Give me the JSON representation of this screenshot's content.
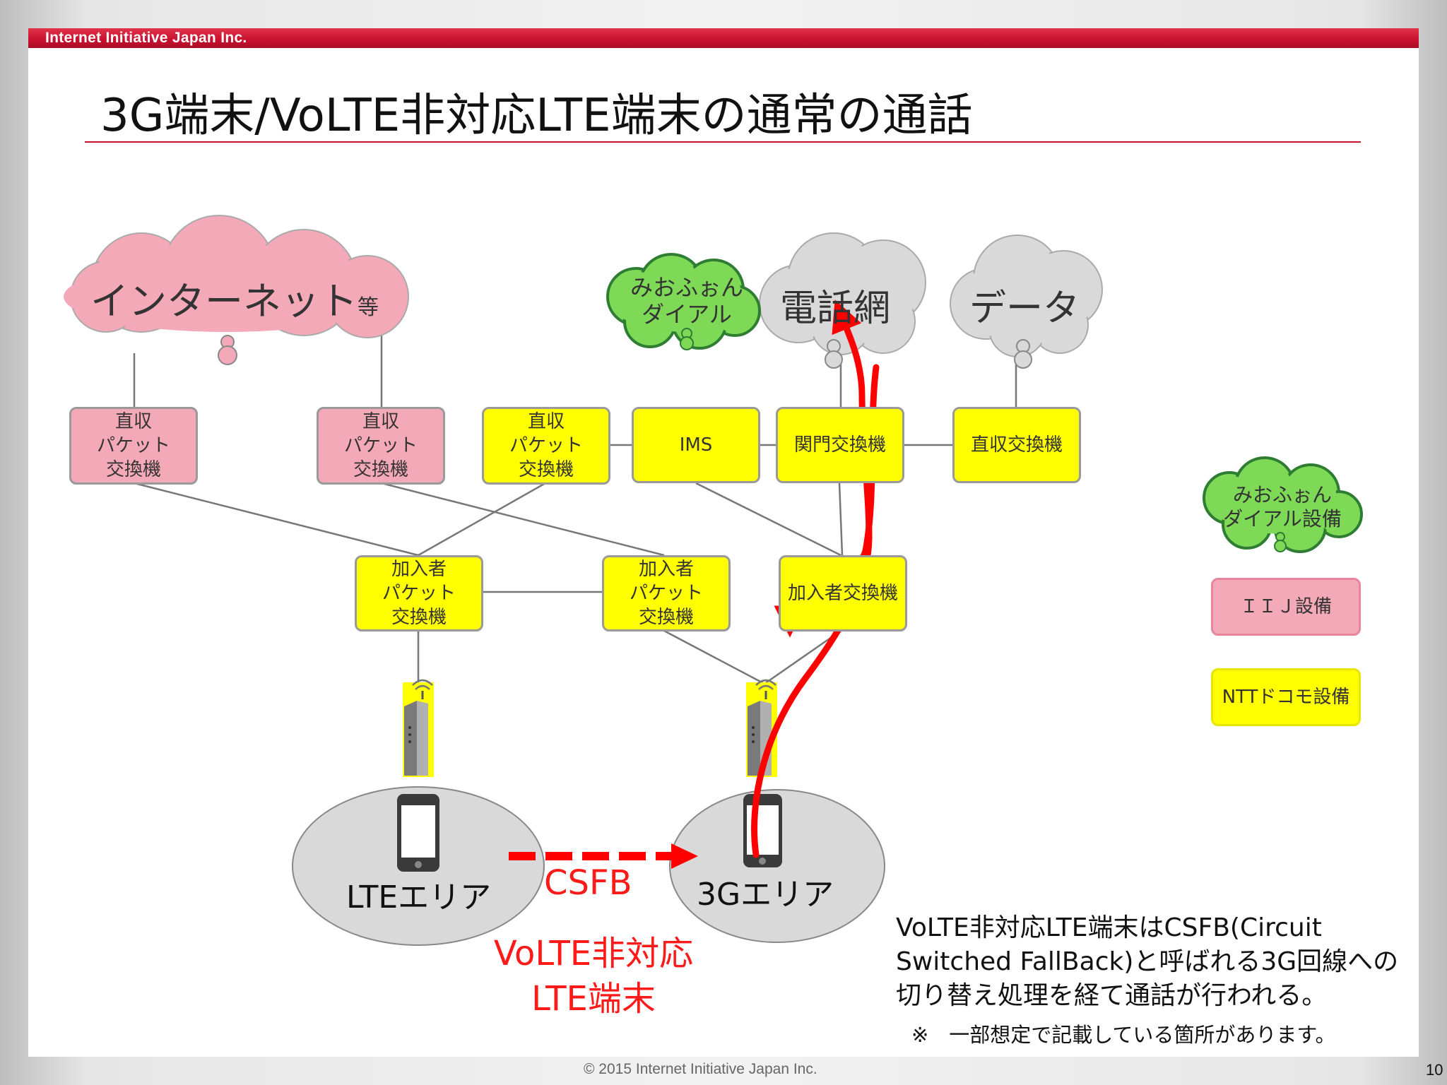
{
  "header": {
    "company": "Internet Initiative Japan Inc."
  },
  "title": "3G端末/VoLTE非対応LTE端末の通常の通話",
  "clouds": {
    "internet": "インターネット",
    "internet_suffix": "等",
    "mio_line1": "みおふぉん",
    "mio_line2": "ダイアル",
    "phone": "電話網",
    "data": "データ"
  },
  "boxes": {
    "pkt1": "直収\nパケット\n交換機",
    "pkt2": "直収\nパケット\n交換機",
    "pkt3": "直収\nパケット\n交換機",
    "ims": "IMS",
    "gateway": "関門交換機",
    "direct": "直収交換機",
    "sub_pkt1": "加入者\nパケット\n交換機",
    "sub_pkt2": "加入者\nパケット\n交換機",
    "sub_switch": "加入者交換機"
  },
  "legend": {
    "mio_line1": "みおふぉん",
    "mio_line2": "ダイアル設備",
    "iij": "ＩＩＪ設備",
    "ntt": "NTTドコモ設備"
  },
  "areas": {
    "lte": "LTEエリア",
    "g3": "3Gエリア"
  },
  "csfb": "CSFB",
  "terminal": {
    "line1": "VoLTE非対応",
    "line2": "LTE端末"
  },
  "description": "VoLTE非対応LTE端末はCSFB(Circuit Switched FallBack)と呼ばれる3G回線への切り替え処理を経て通話が行われる。",
  "note": "※　一部想定で記載している箇所があります。",
  "footer": "© 2015  Internet Initiative Japan Inc.",
  "page_number": "10",
  "colors": {
    "accent_red": "#c8102e",
    "arrow_red": "#ff0000",
    "iij_pink": "#f4a9b9",
    "ntt_yellow": "#ffff00",
    "mio_green": "#7ed957"
  }
}
